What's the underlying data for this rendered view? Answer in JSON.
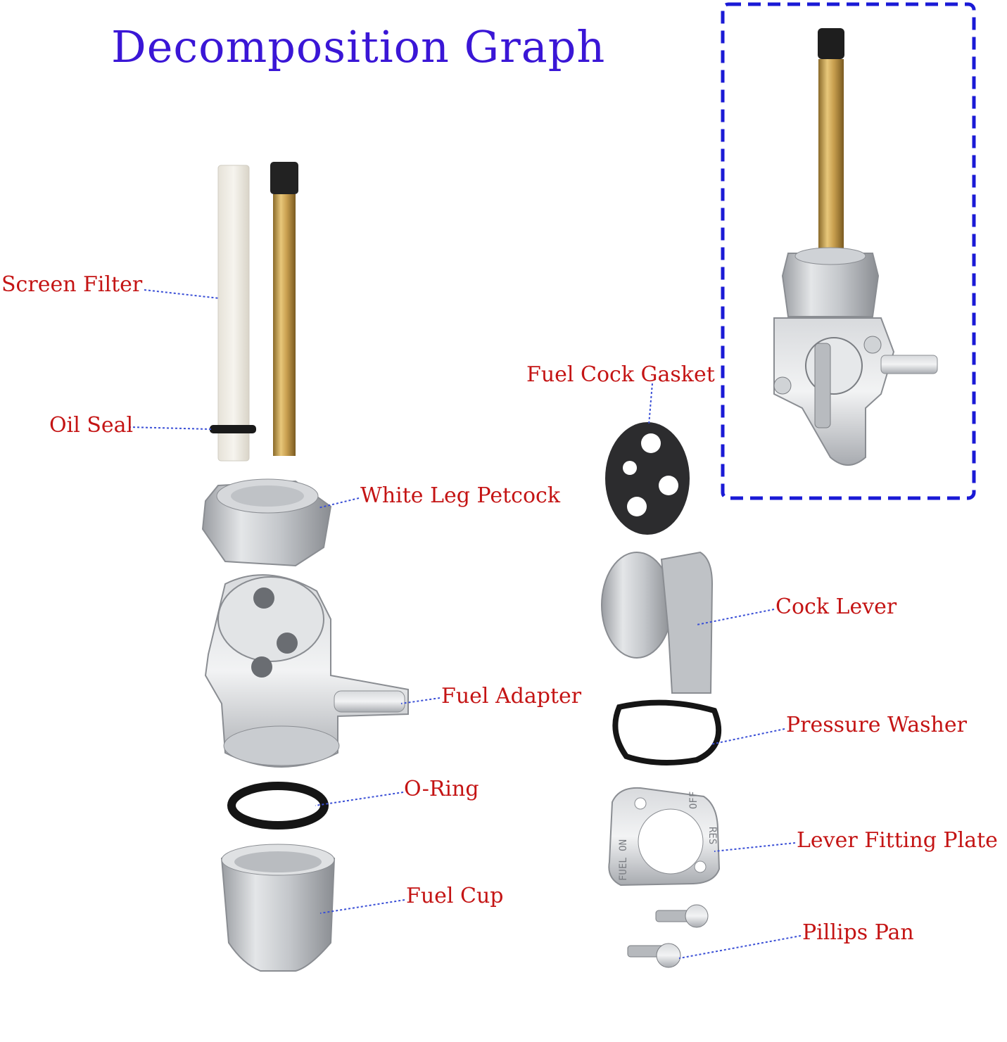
{
  "title": "Decomposition Graph",
  "colors": {
    "title": "#3a16d6",
    "label": "#c41414",
    "leader": "#3a4fd6",
    "highlight_box": "#1a1ad6"
  },
  "labels": {
    "screen_filter": "Screen Filter",
    "oil_seal": "Oil Seal",
    "white_leg_petcock": "White Leg Petcock",
    "fuel_adapter": "Fuel Adapter",
    "o_ring": "O-Ring",
    "fuel_cup": "Fuel Cup",
    "fuel_cock_gasket": "Fuel Cock Gasket",
    "cock_lever": "Cock Lever",
    "pressure_washer": "Pressure Washer",
    "lever_fitting_plate": "Lever Fitting Plate",
    "pillips_pan": "Pillips Pan"
  },
  "plate_markings": {
    "fuel_on": "FUEL ON",
    "off": "OFF",
    "res": "RES"
  }
}
